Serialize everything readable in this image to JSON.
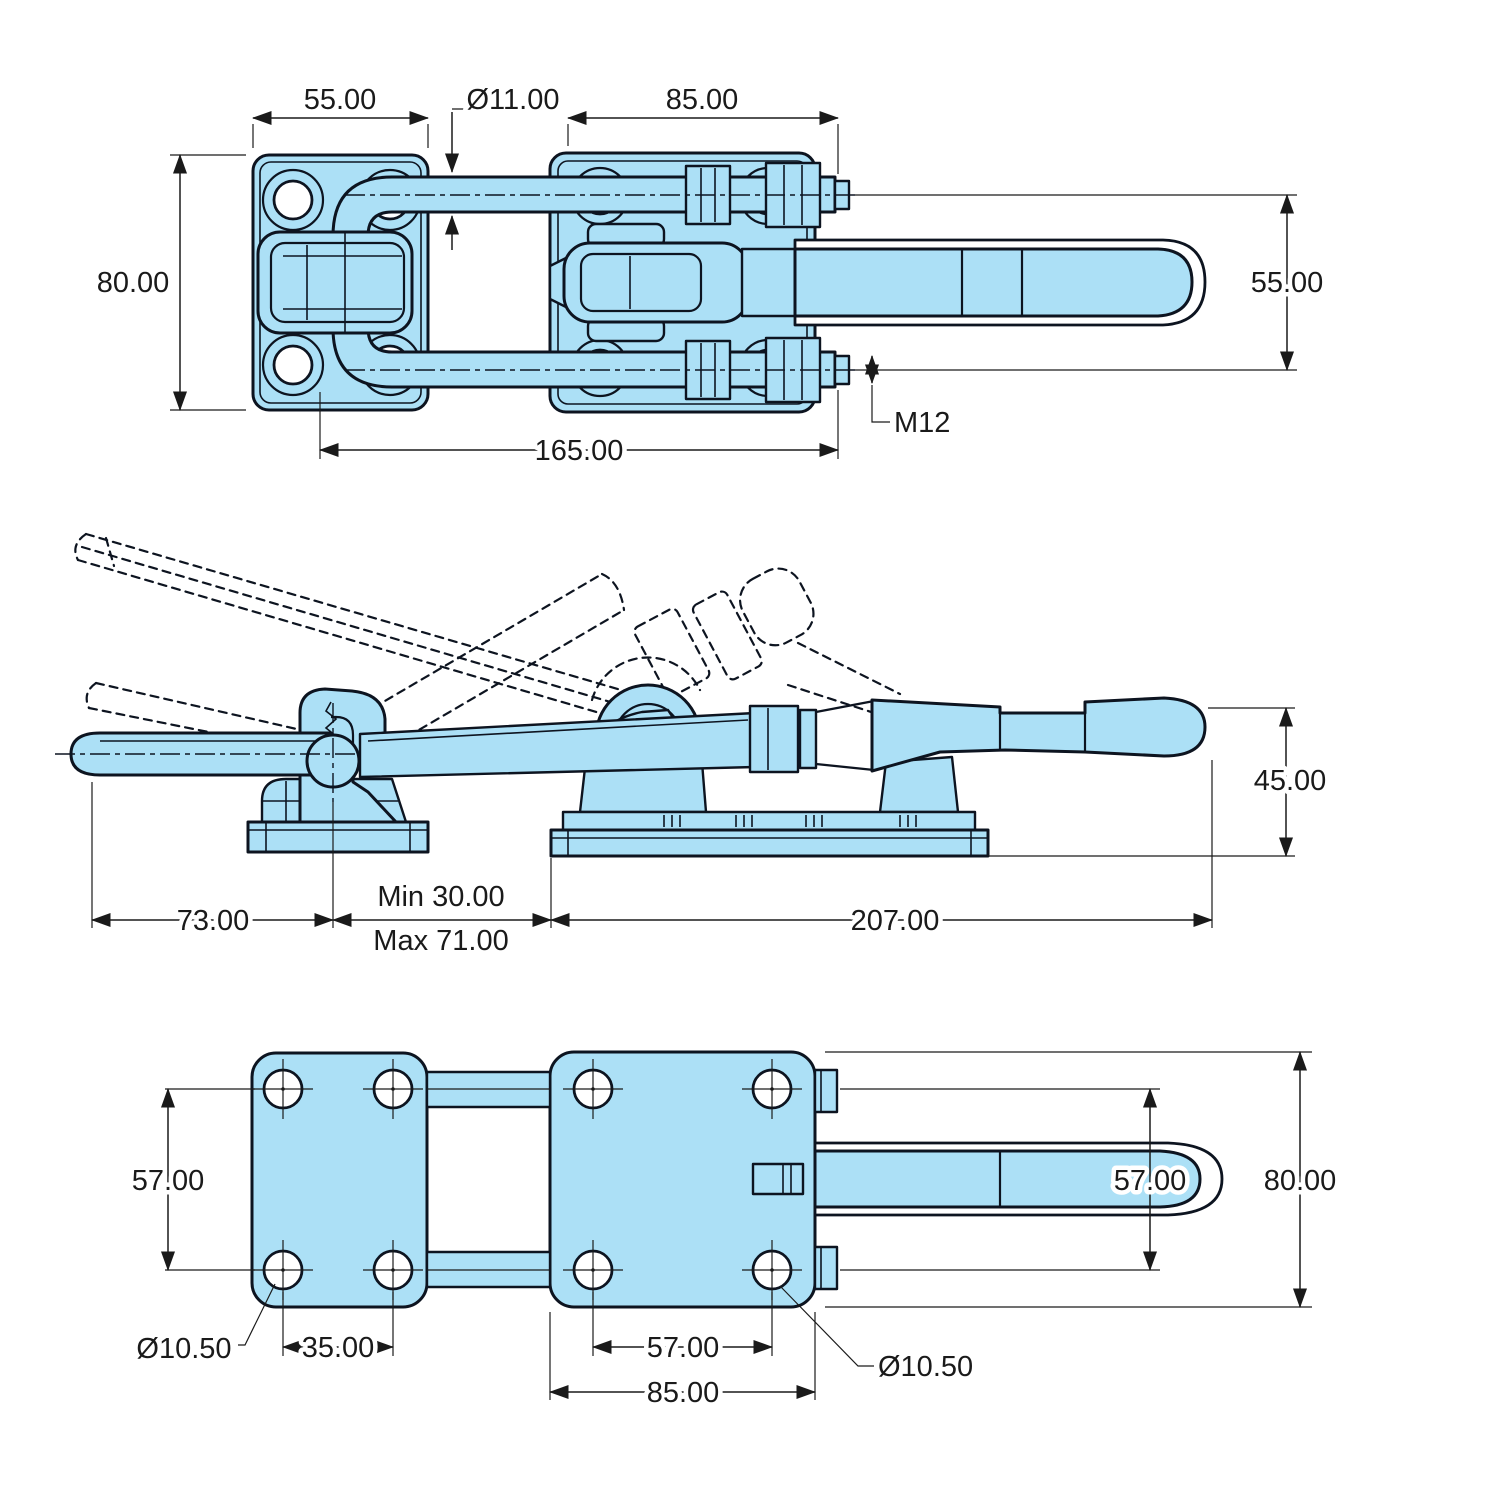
{
  "drawing": {
    "type": "latch-toggle-clamp-technical-drawing",
    "units_implied": "mm"
  },
  "colors": {
    "part_fill": "#ace0f6",
    "outline": "#0d1420",
    "dim": "#1a1a1a",
    "background": "#ffffff"
  },
  "views": {
    "top": {
      "name": "top-view",
      "dims": {
        "plate_width": "55.00",
        "rod_dia": "Ø11.00",
        "body_width": "85.00",
        "plate_height": "80.00",
        "rod_spacing": "55.00",
        "overall_length": "165.00",
        "thread": "M12"
      }
    },
    "side": {
      "name": "side-view",
      "dims": {
        "height": "45.00",
        "tip_offset": "73.00",
        "travel_min": "Min 30.00",
        "travel_max": "Max 71.00",
        "length": "207.00"
      }
    },
    "bottom": {
      "name": "bottom-view",
      "dims": {
        "keeper_hole_spacing_v": "57.00",
        "keeper_hole_dia": "Ø10.50",
        "keeper_hole_spacing_h": "35.00",
        "base_hole_spacing_h": "57.00",
        "base_hole_dia": "Ø10.50",
        "base_width": "85.00",
        "base_hole_spacing_v": "57.00",
        "base_height": "80.00"
      }
    }
  }
}
